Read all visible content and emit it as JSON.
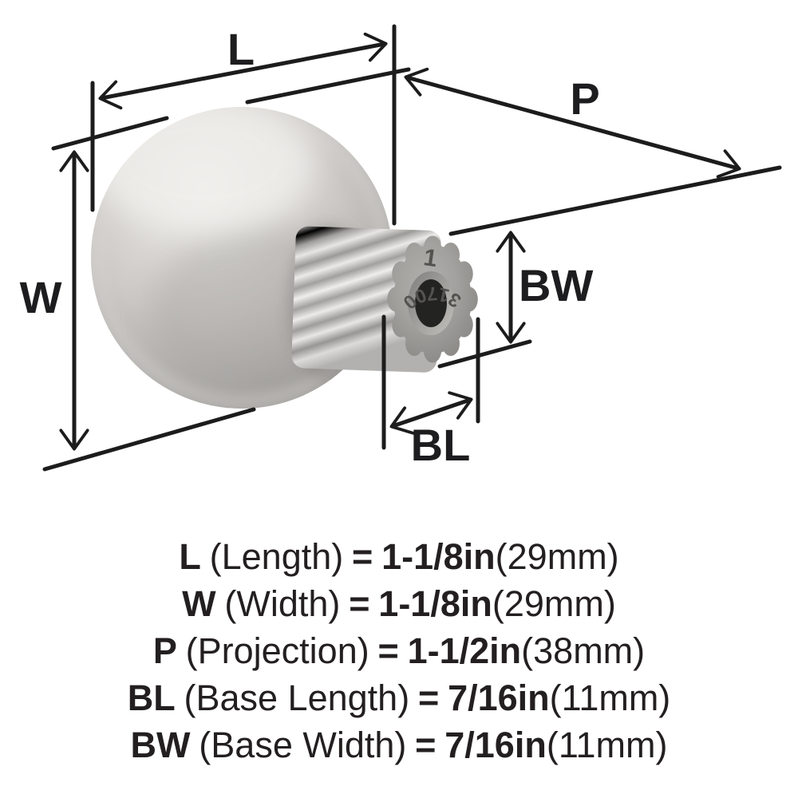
{
  "diagram": {
    "dimension_labels": {
      "length": "L",
      "projection": "P",
      "width": "W",
      "base_width": "BW",
      "base_length": "BL"
    },
    "engravings": {
      "face_top": "1",
      "part_number": "31700"
    }
  },
  "specs": {
    "rows": [
      {
        "code": "L",
        "name": "(Length)",
        "eq": "=",
        "value": "1-1/8in",
        "metric": "(29mm)"
      },
      {
        "code": "W",
        "name": "(Width)",
        "eq": "=",
        "value": "1-1/8in",
        "metric": "(29mm)"
      },
      {
        "code": "P",
        "name": "(Projection)",
        "eq": "=",
        "value": "1-1/2in",
        "metric": "(38mm)"
      },
      {
        "code": "BL",
        "name": "(Base Length)",
        "eq": "=",
        "value": "7/16in",
        "metric": "(11mm)"
      },
      {
        "code": "BW",
        "name": "(Base Width)",
        "eq": "=",
        "value": "7/16in",
        "metric": "(11mm)"
      }
    ]
  },
  "colors": {
    "background": "#ffffff",
    "line": "#1c1c1c",
    "text": "#231f20",
    "metal_light": "#eceae7",
    "metal_mid": "#c7c5c3",
    "metal_dark": "#9a9896",
    "base_face": "#a7a5a2",
    "hole": "#232321"
  }
}
